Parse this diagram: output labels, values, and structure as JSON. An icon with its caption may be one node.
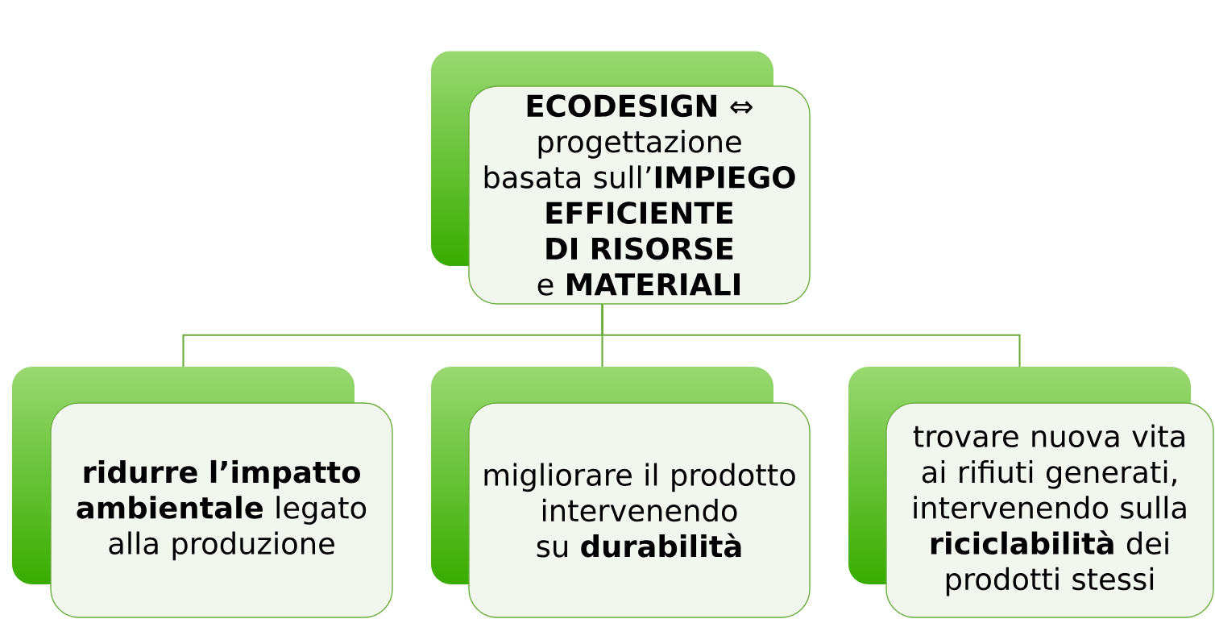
{
  "diagram": {
    "nodes": [
      {
        "text": [
          "**ECODESIGN** ⇔ progettazione basata sull’**IMPIEGO EFFICIENTE DI RISORSE** e **MATERIALI**"
        ]
      },
      {
        "text": [
          "**ridurre l’impatto ambientale** legato alla produzione"
        ]
      },
      {
        "text": [
          "migliorare il prodotto intervenendo su **durabilità**"
        ]
      },
      {
        "text": [
          "trovare nuova vita ai rifiuti generati, intervenendo sulla **riciclabilità** dei prodotti stessi"
        ]
      }
    ],
    "edges": [
      {
        "from": 0,
        "to": 1,
        "arrow": "none"
      },
      {
        "from": 0,
        "to": 2,
        "arrow": "none"
      },
      {
        "from": 0,
        "to": 3,
        "arrow": "none"
      }
    ]
  }
}
